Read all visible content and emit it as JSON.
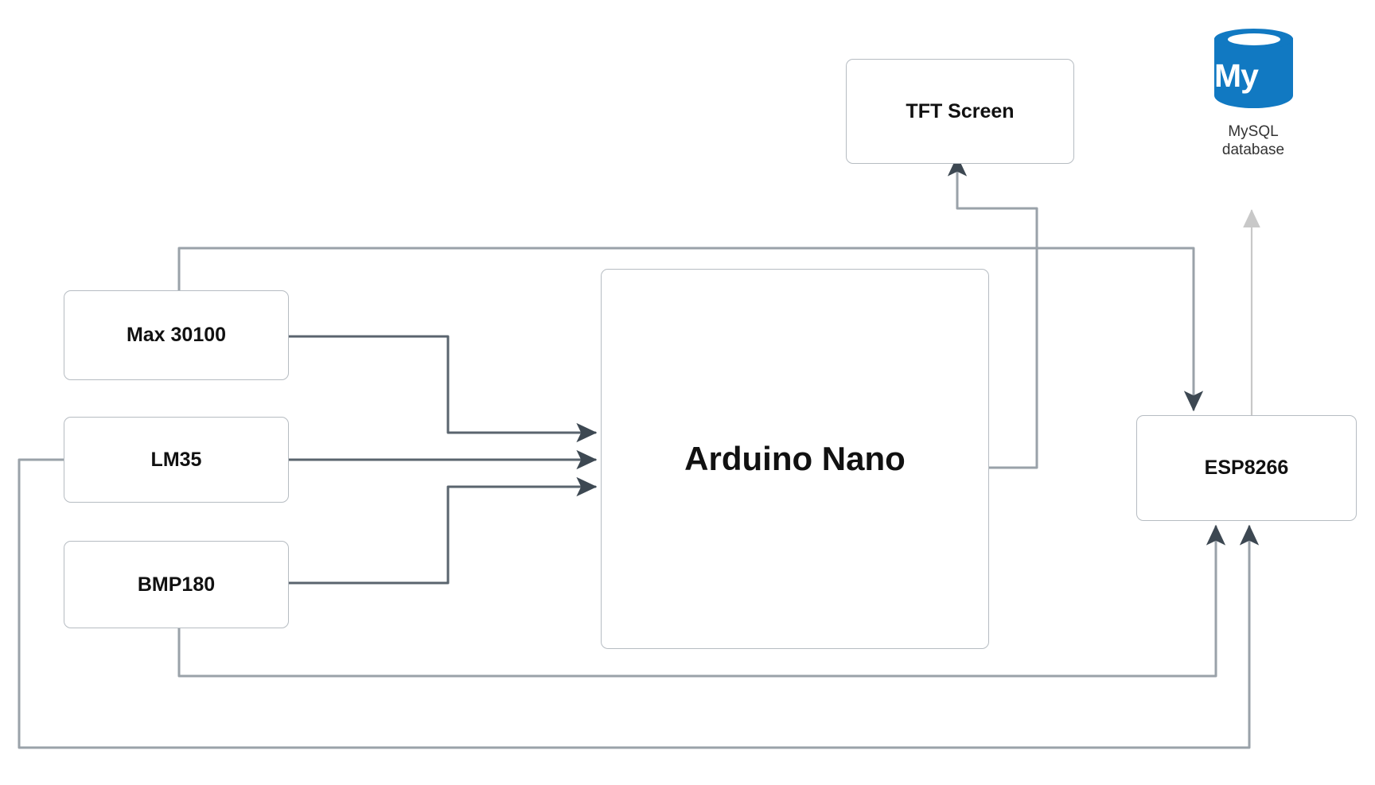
{
  "diagram": {
    "title": "Sensor to Arduino Nano to ESP8266 MySQL block diagram",
    "background_color": "#ffffff",
    "wire_color": "#9aa2a9",
    "wire_dark_color": "#4a545e",
    "mysql_arrow_color": "#c8c8c8",
    "node_border_color": "#b6bcc2"
  },
  "nodes": {
    "max30100": {
      "label": "Max 30100"
    },
    "lm35": {
      "label": "LM35"
    },
    "bmp180": {
      "label": "BMP180"
    },
    "arduino": {
      "label": "Arduino Nano"
    },
    "tft": {
      "label": "TFT Screen"
    },
    "esp8266": {
      "label": "ESP8266"
    },
    "mysql": {
      "logo_text": "My",
      "caption_line1": "MySQL",
      "caption_line2": "database",
      "brand_color": "#1179c2"
    }
  },
  "connections": [
    {
      "id": "max30100-to-arduino",
      "from": "max30100",
      "to": "arduino",
      "arrow": true
    },
    {
      "id": "lm35-to-arduino",
      "from": "lm35",
      "to": "arduino",
      "arrow": true
    },
    {
      "id": "bmp180-to-arduino",
      "from": "bmp180",
      "to": "arduino",
      "arrow": true
    },
    {
      "id": "arduino-to-tft",
      "from": "arduino",
      "to": "tft",
      "arrow": true
    },
    {
      "id": "max30100-to-esp8266",
      "from": "max30100",
      "to": "esp8266",
      "arrow": true
    },
    {
      "id": "bmp180-to-esp8266",
      "from": "bmp180",
      "to": "esp8266",
      "arrow": true
    },
    {
      "id": "lm35-to-esp8266",
      "from": "lm35",
      "to": "esp8266",
      "arrow": true
    },
    {
      "id": "esp8266-to-mysql",
      "from": "esp8266",
      "to": "mysql",
      "arrow": true
    }
  ]
}
